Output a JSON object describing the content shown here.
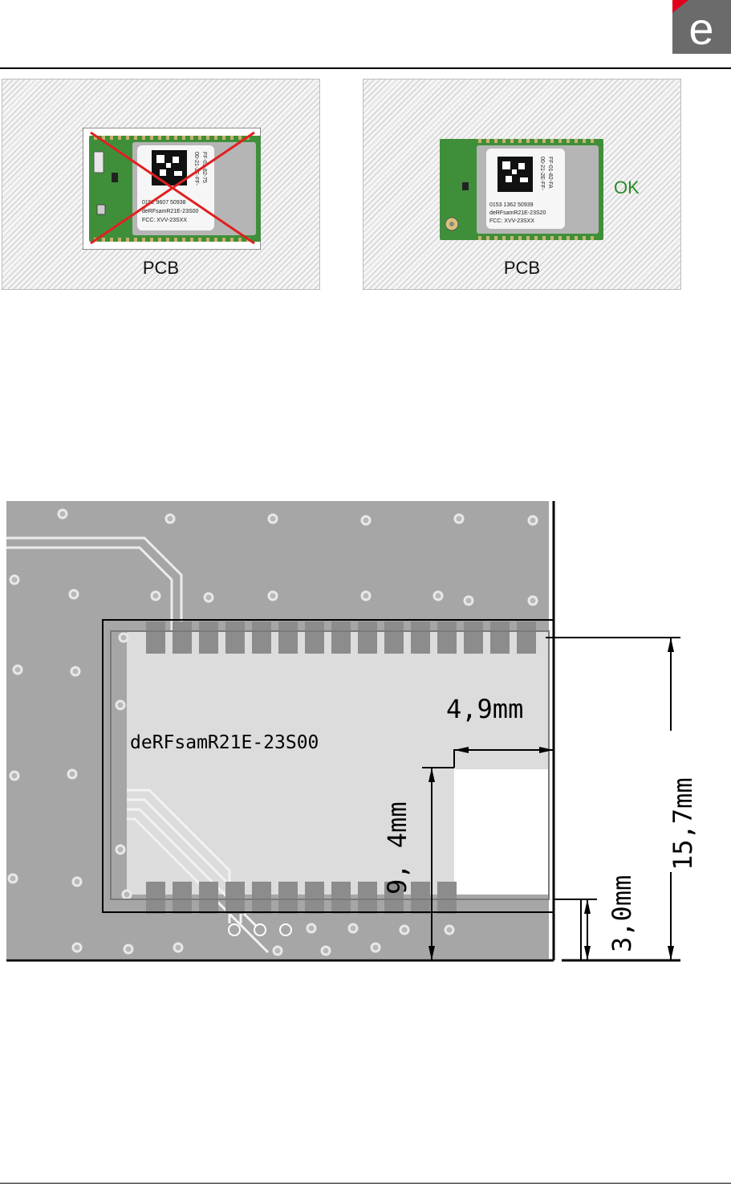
{
  "header": {
    "logo_letter": "e"
  },
  "figure_top": {
    "wrong": {
      "board_label": "PCB",
      "verdict": ""
    },
    "right": {
      "board_label": "PCB",
      "verdict": "OK"
    },
    "module_label": {
      "left": [
        "00-21-2E-FF-",
        "FF-01-82-75",
        "0152 9607   50938",
        "deRFsamR21E-23S00",
        "FCC: XVV-23SXX"
      ],
      "right": [
        "00-21-2E-FF-",
        "FF-01-82-FA",
        "0153 1362   50939",
        "deRFsamR21E-23S20",
        "FCC: XVV-23SXX"
      ]
    }
  },
  "figure_bottom": {
    "module_name": "deRFsamR21E-23S00",
    "dimensions": {
      "width_cutout": "4,9mm",
      "height_cutout": "9, 4mm",
      "edge_offset": "3,0mm",
      "total_height": "15,7mm"
    }
  },
  "colors": {
    "pcb_gray": "#a6a6a6",
    "module_fill": "#dcdcdc",
    "pad_gray": "#8c8c8c",
    "ok_green": "#2a8a2a",
    "cross_red": "#e02020",
    "logo_gray": "#6b6b6b",
    "logo_red": "#e2001a"
  }
}
